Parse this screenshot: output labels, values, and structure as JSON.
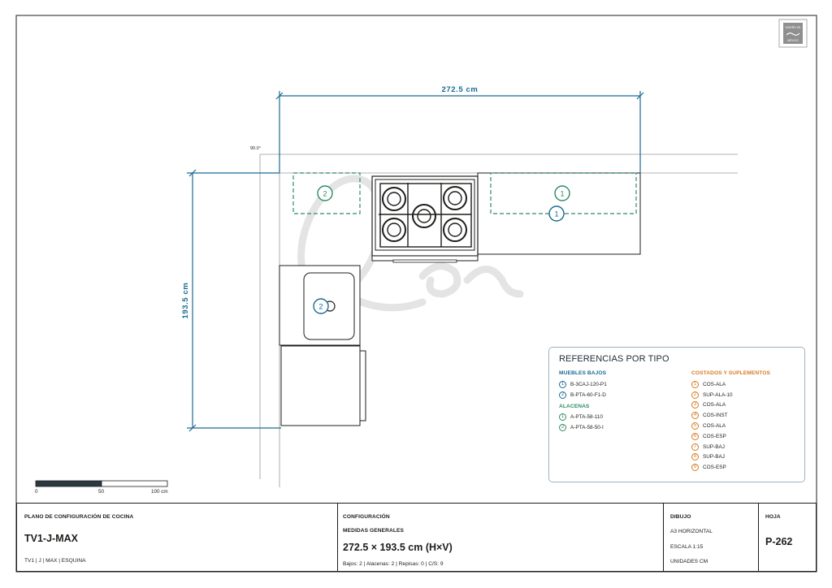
{
  "drawing": {
    "width_dim": "272.5 cm",
    "height_dim": "193.5 cm",
    "angle": "90.0°",
    "logo_text": [
      "DISEÑO EN",
      "MÉXICO"
    ],
    "colors": {
      "frame": "#1d1d1b",
      "dimension": "#1a6a93",
      "alacena": "#2e8b64",
      "watermark": "#e3e3e3"
    },
    "markers": [
      {
        "id": "alacena-2",
        "label": "2"
      },
      {
        "id": "alacena-1",
        "label": "1"
      },
      {
        "id": "bajo-1",
        "label": "1"
      },
      {
        "id": "bajo-2",
        "label": "2"
      }
    ]
  },
  "scale_bar": {
    "labels": [
      "0",
      "50",
      "100 cm"
    ]
  },
  "references": {
    "title": "REFERENCIAS POR TIPO",
    "muebles_bajos": {
      "title": "MUEBLES BAJOS",
      "items": [
        {
          "n": "1",
          "code": "B-3CAJ-120-P1"
        },
        {
          "n": "2",
          "code": "B-PTA-60-F1-D"
        }
      ]
    },
    "alacenas": {
      "title": "ALACENAS",
      "items": [
        {
          "n": "1",
          "code": "A-PTA-58-110"
        },
        {
          "n": "2",
          "code": "A-PTA-58-50-I"
        }
      ]
    },
    "costados": {
      "title": "COSTADOS Y SUPLEMENTOS",
      "items": [
        {
          "n": "1",
          "code": "COS-ALA"
        },
        {
          "n": "2",
          "code": "SUP-ALA-10"
        },
        {
          "n": "3",
          "code": "COS-ALA"
        },
        {
          "n": "4",
          "code": "COS-INST"
        },
        {
          "n": "5",
          "code": "COS-ALA"
        },
        {
          "n": "6",
          "code": "COS-ESP"
        },
        {
          "n": "7",
          "code": "SUP-BAJ"
        },
        {
          "n": "8",
          "code": "SUP-BAJ"
        },
        {
          "n": "9",
          "code": "COS-ESP"
        }
      ]
    }
  },
  "title_block": {
    "plano_label": "PLANO DE CONFIGURACIÓN DE COCINA",
    "model": "TV1-J-MAX",
    "subtitle": "TV1 | J | MAX | ESQUINA",
    "config_label": "CONFIGURACIÓN",
    "medidas_label": "MEDIDAS GENERALES",
    "medidas_value": "272.5 × 193.5 cm (H×V)",
    "counts": "Bajos: 2 | Alacenas: 2 | Repisas: 0 | C/S: 9",
    "dibujo_label": "DIBUJO",
    "format": "A3 HORIZONTAL",
    "scale": "ESCALA 1:15",
    "units": "UNIDADES CM",
    "hoja_label": "HOJA",
    "hoja_value": "P-262"
  }
}
